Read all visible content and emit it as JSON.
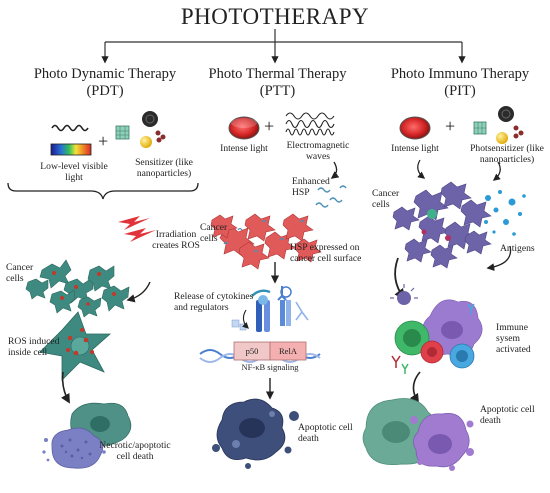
{
  "title": "PHOTOTHERAPY",
  "pdt": {
    "heading": "Photo Dynamic Therapy",
    "abbr": "(PDT)",
    "light_label": "Low-level visible light",
    "sensitizer_label": "Sensitizer (like nanoparticles)",
    "irradiation_label": "Irradiation creates ROS",
    "cancer_cells_label": "Cancer cells",
    "ros_label": "ROS induced inside cell",
    "death_label": "Necrotic/apoptotic cell death"
  },
  "ptt": {
    "heading": "Photo Thermal Therapy",
    "abbr": "(PTT)",
    "light_label": "Intense light",
    "waves_label": "Electromagnetic waves",
    "hsp_label": "Enhanced HSP",
    "cancer_cells_label": "Cancer cells",
    "hsp_surface_label": "HSP expressed on cancer cell surface",
    "cytokines_label": "Release of cytokines and regulators",
    "p50_label": "p50",
    "rela_label": "RelA",
    "nfkb_label": "NF-κB signaling",
    "death_label": "Apoptotic cell death"
  },
  "pit": {
    "heading": "Photo Immuno Therapy",
    "abbr": "(PIT)",
    "light_label": "Intense light",
    "photosensitizer_label": "Photsensitizer (like nanoparticles)",
    "cancer_cells_label": "Cancer cells",
    "antigens_label": "Antigens",
    "immune_label": "Immune sysem activated",
    "death_label": "Apoptotic cell death"
  },
  "plus_sign": "+",
  "colors": {
    "pdt_cells": "#3f8a80",
    "ptt_cells": "#e05a5a",
    "pit_cells": "#6d63a8",
    "dots_red": "#c0392b",
    "antigen_blue": "#2a9bd6",
    "tumor_dark": "#3d4f7a",
    "necrotic": "#7b7fc4",
    "immune_green": "#3fb86a",
    "immune_purple": "#9b7bd0",
    "immune_red": "#e0404a",
    "immune_blue": "#49a8e0"
  }
}
